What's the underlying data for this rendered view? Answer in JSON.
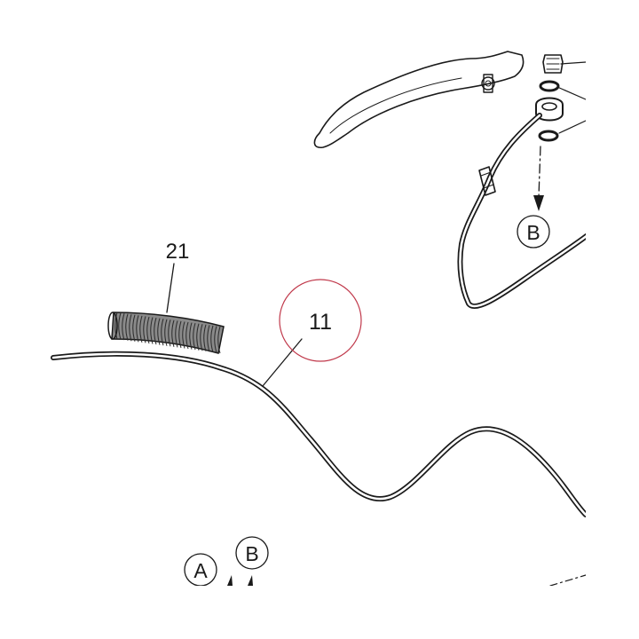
{
  "callouts": {
    "hose_cover": "21",
    "brake_line": "11",
    "connector_b_top": "B",
    "connector_a_bottom": "A",
    "connector_b_bottom": "B"
  },
  "colors": {
    "line": "#1a1a1a",
    "highlight_circle": "#c0394b",
    "background": "#ffffff",
    "hose_fill": "#8a8a8a"
  }
}
